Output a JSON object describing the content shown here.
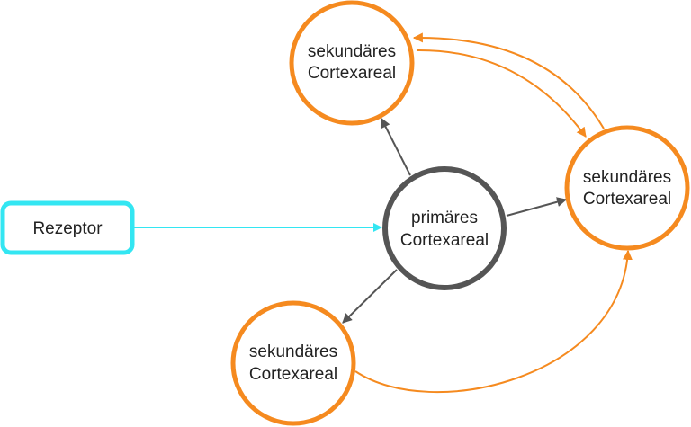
{
  "nodes": {
    "receptor": {
      "label": "Rezeptor"
    },
    "primary": {
      "line1": "primäres",
      "line2": "Cortexareal"
    },
    "secondary_top": {
      "line1": "sekundäres",
      "line2": "Cortexareal"
    },
    "secondary_right": {
      "line1": "sekundäres",
      "line2": "Cortexareal"
    },
    "secondary_bottom": {
      "line1": "sekundäres",
      "line2": "Cortexareal"
    }
  },
  "colors": {
    "receptor": "#33e6f2",
    "primary": "#555555",
    "secondary": "#f58a1f",
    "text": "#222222"
  }
}
